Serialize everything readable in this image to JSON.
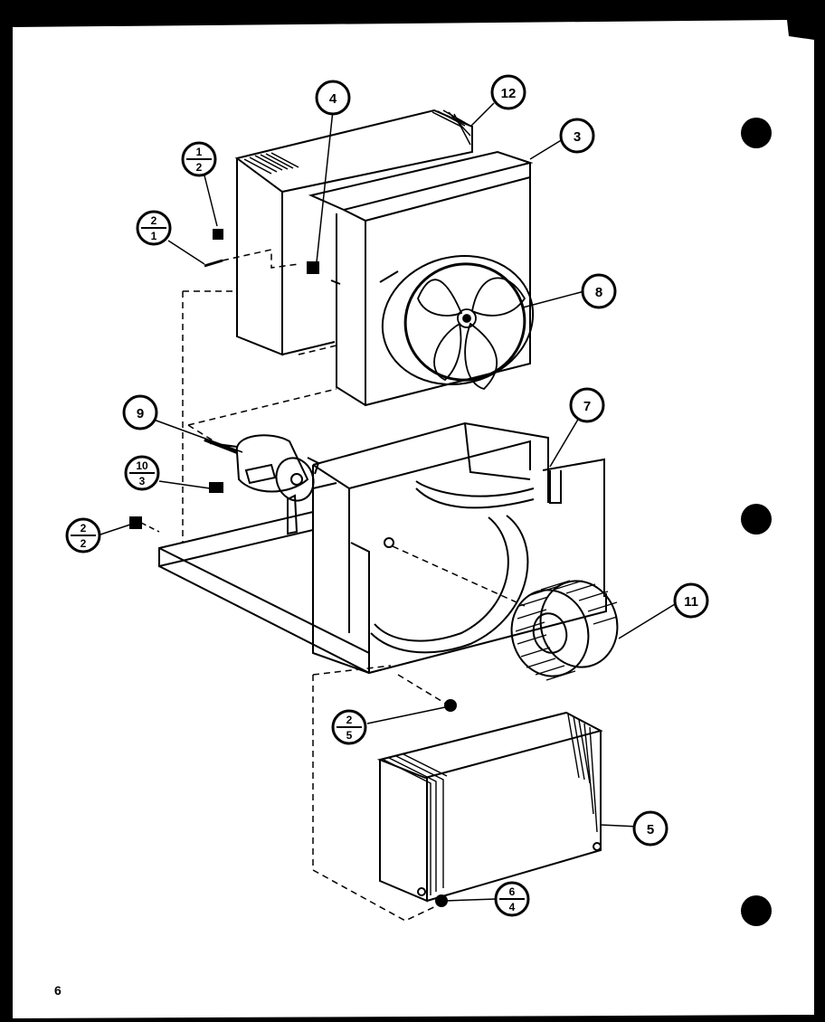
{
  "page_number": "6",
  "callouts": {
    "c12": "12",
    "c4": "4",
    "c3": "3",
    "c8": "8",
    "c9": "9",
    "c7": "7",
    "c11": "11",
    "c5": "5",
    "f1_2": {
      "top": "1",
      "bottom": "2"
    },
    "f2_1": {
      "top": "2",
      "bottom": "1"
    },
    "f10_3": {
      "top": "10",
      "bottom": "3"
    },
    "f2_2": {
      "top": "2",
      "bottom": "2"
    },
    "f2_5": {
      "top": "2",
      "bottom": "5"
    },
    "f6_4": {
      "top": "6",
      "bottom": "4"
    }
  },
  "colors": {
    "background": "#000000",
    "paper": "#ffffff",
    "ink": "#000000"
  }
}
